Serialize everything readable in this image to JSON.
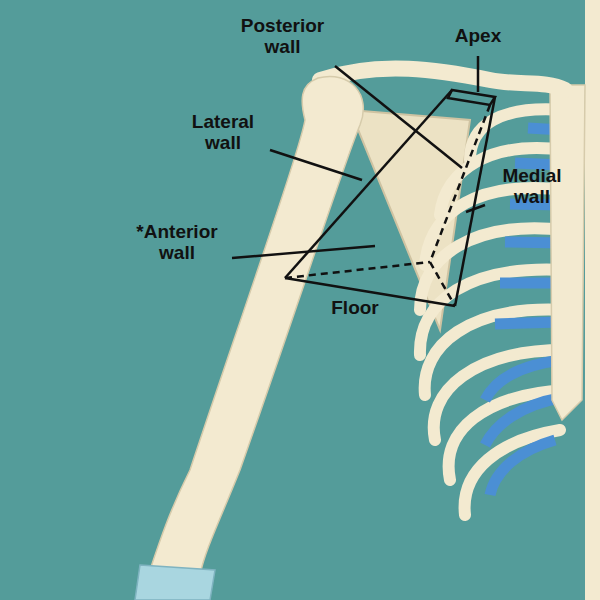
{
  "diagram": {
    "labels": [
      "Posterior wall",
      "Apex",
      "Lateral wall",
      "Medial wall",
      "*Anterior wall",
      "Floor"
    ]
  }
}
